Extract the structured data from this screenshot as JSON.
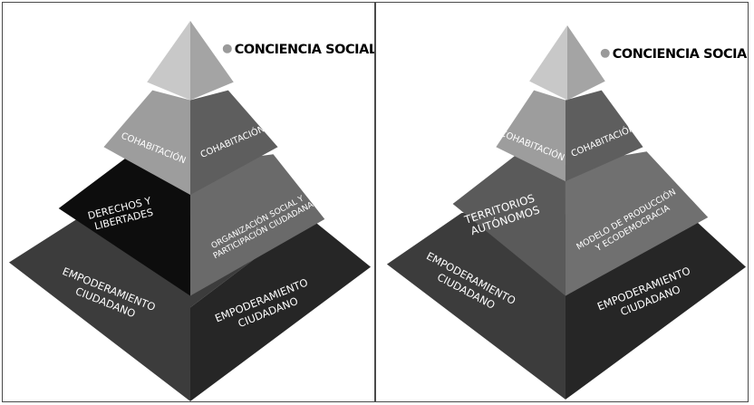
{
  "left": {
    "apex_label": "CONCIENCIA SOCIAL",
    "cohab_left": "COHABITACIÓN",
    "cohab_right": "COHABITACIÓN",
    "mid_left": [
      "DERECHOS Y",
      "LIBERTADES"
    ],
    "mid_right": [
      "ORGANIZACIÓN SOCIAL Y",
      "PARTICIPACIÓN CIUDADANA"
    ],
    "base_left": [
      "EMPODERAMIENTO",
      "CIUDADANO"
    ],
    "base_right": [
      "EMPODERAMIENTO",
      "CIUDADANO"
    ]
  },
  "right": {
    "apex_label": "CONCIENCIA SOCIAL",
    "cohab_left": "COHABITACIÓN",
    "cohab_right": "COHABITACIÓN",
    "mid_left": [
      "TERRITORIOS",
      "AUTÓNOMOS"
    ],
    "mid_right": [
      "MODELO DE PRODUCCIÓN",
      "Y ECODEMOCRACIA"
    ],
    "base_left": [
      "EMPODERAMIENTO",
      "CIUDADANO"
    ],
    "base_right": [
      "EMPODERAMIENTO",
      "CIUDADANO"
    ]
  },
  "colors": {
    "apex_left": "#c8c8c8",
    "apex_right": "#a4a4a4",
    "cohab_left": "#9d9d9d",
    "cohab_right": "#5e5e5e",
    "left_mid_left": "#0d0d0d",
    "left_mid_right": "#6a6a6a",
    "right_mid_left": "#5a5a5a",
    "right_mid_right": "#707070",
    "base_left": "#3c3c3c",
    "base_right": "#262626",
    "marker": "#9a9a9a"
  }
}
